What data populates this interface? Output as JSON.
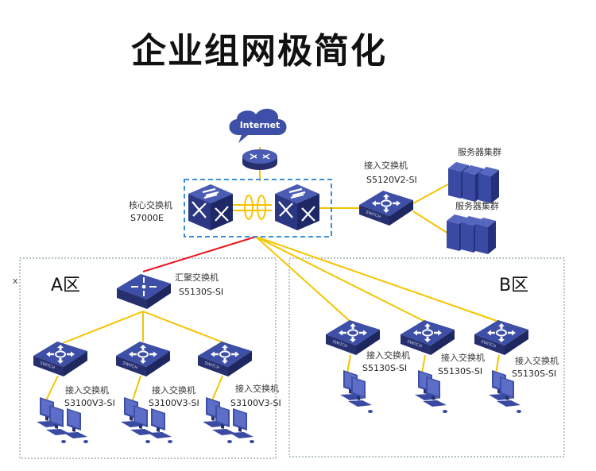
{
  "title": "企业组网极简化",
  "stray_mark": "x",
  "colors": {
    "device_blue": "#3a4a9c",
    "device_dark": "#27306e",
    "link_yellow": "#f5c400",
    "link_red": "#e8141c",
    "core_frame": "#3a8fd6",
    "zone_frame": "#8aa0a8"
  },
  "internet": {
    "label": "Internet",
    "icon": "cloud-icon"
  },
  "router": {
    "icon": "router-icon"
  },
  "core": {
    "role": "核心交换机",
    "model": "S7000E",
    "icon": "core-switch-icon",
    "count": 2
  },
  "server_access": {
    "role": "接入交换机",
    "model": "S5120V2-SI",
    "icon": "switch-icon"
  },
  "server_clusters": [
    {
      "label": "服务器集群",
      "icon": "server-cluster-icon"
    },
    {
      "label": "服务器集群",
      "icon": "server-cluster-icon"
    }
  ],
  "zones": {
    "a": {
      "label": "A区",
      "aggregation": {
        "role": "汇聚交换机",
        "model": "S5130S-SI",
        "icon": "aggregation-switch-icon"
      },
      "access": [
        {
          "role": "接入交换机",
          "model": "S3100V3-SI"
        },
        {
          "role": "接入交换机",
          "model": "S3100V3-SI"
        },
        {
          "role": "接入交换机",
          "model": "S3100V3-SI"
        }
      ]
    },
    "b": {
      "label": "B区",
      "access": [
        {
          "role": "接入交换机",
          "model": "S5130S-SI"
        },
        {
          "role": "接入交换机",
          "model": "S5130S-SI"
        },
        {
          "role": "接入交换机",
          "model": "S5130S-SI"
        }
      ]
    }
  },
  "switch_face_text": "SWITCH"
}
